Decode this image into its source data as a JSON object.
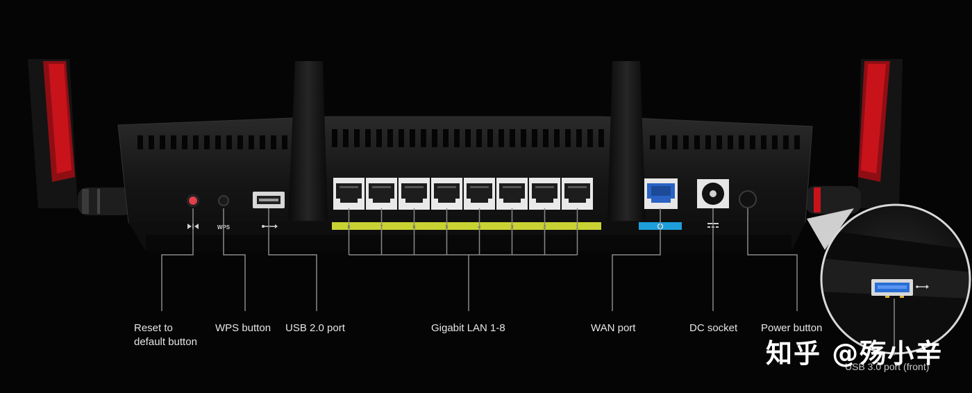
{
  "labels": {
    "reset_line1": "Reset to",
    "reset_line2": "default button",
    "wps": "WPS button",
    "usb2": "USB 2.0 port",
    "lan": "Gigabit LAN 1-8",
    "wan": "WAN port",
    "dc": "DC socket",
    "power": "Power button",
    "usb3": "USB 3.0 port (front)"
  },
  "port_markings": {
    "wps": "WPS",
    "lan_numbers": [
      "8",
      "7",
      "6",
      "5",
      "4",
      "3",
      "2",
      "1"
    ]
  },
  "watermark": "知乎 @殇小辛",
  "colors": {
    "background": "#050505",
    "router_body": "#1a1a1a",
    "antenna_accent": "#c8131b",
    "lan_strip": "#c9d233",
    "wan_strip": "#1e9fdc",
    "callout_line": "#8a8a8a",
    "usb3_blue": "#2a6fd6",
    "reset_red": "#e0404a"
  },
  "icons": [
    "reset-icon",
    "usb-icon",
    "dc-icon",
    "wan-globe-icon"
  ]
}
